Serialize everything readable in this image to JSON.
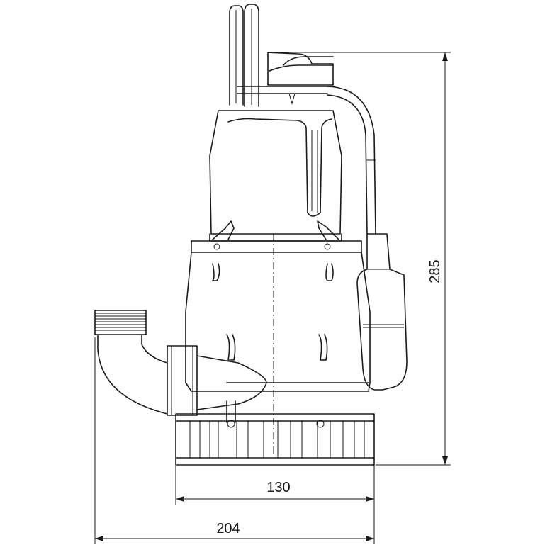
{
  "dimensions": {
    "height_label": "285",
    "base_width_label": "130",
    "overall_width_label": "204"
  }
}
